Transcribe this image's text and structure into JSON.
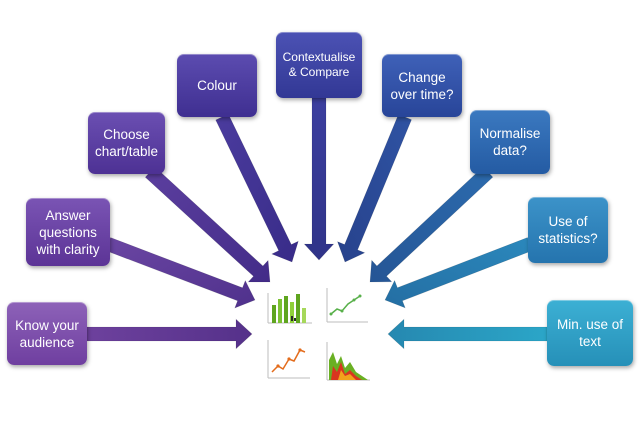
{
  "boxes": [
    {
      "line1": "Know your",
      "line2": "audience",
      "line3": ""
    },
    {
      "line1": "Answer",
      "line2": "questions",
      "line3": "with clarity"
    },
    {
      "line1": "Choose",
      "line2": "chart/table",
      "line3": ""
    },
    {
      "line1": "Colour",
      "line2": "",
      "line3": ""
    },
    {
      "line1": "Contextualise",
      "line2": "& Compare",
      "line3": ""
    },
    {
      "line1": "Change",
      "line2": "over time?",
      "line3": ""
    },
    {
      "line1": "Normalise",
      "line2": "data?",
      "line3": ""
    },
    {
      "line1": "Use of",
      "line2": "statistics?",
      "line3": ""
    },
    {
      "line1": "Min. use of",
      "line2": "text",
      "line3": ""
    }
  ],
  "colors": {
    "arrow_colors": [
      "#6c3d9c",
      "#5f3a9a",
      "#513497",
      "#44349a",
      "#353b9a",
      "#2c4b9e",
      "#2a63a8",
      "#2a7eb5",
      "#2b9bc2"
    ],
    "bar_green": "#6ab023",
    "line_green": "#58b04a",
    "line_orange": "#e36c1c",
    "area_red": "#d9351f"
  },
  "icons": [
    "bar-chart-icon",
    "line-chart-icon",
    "scatter-line-icon",
    "area-chart-icon"
  ]
}
